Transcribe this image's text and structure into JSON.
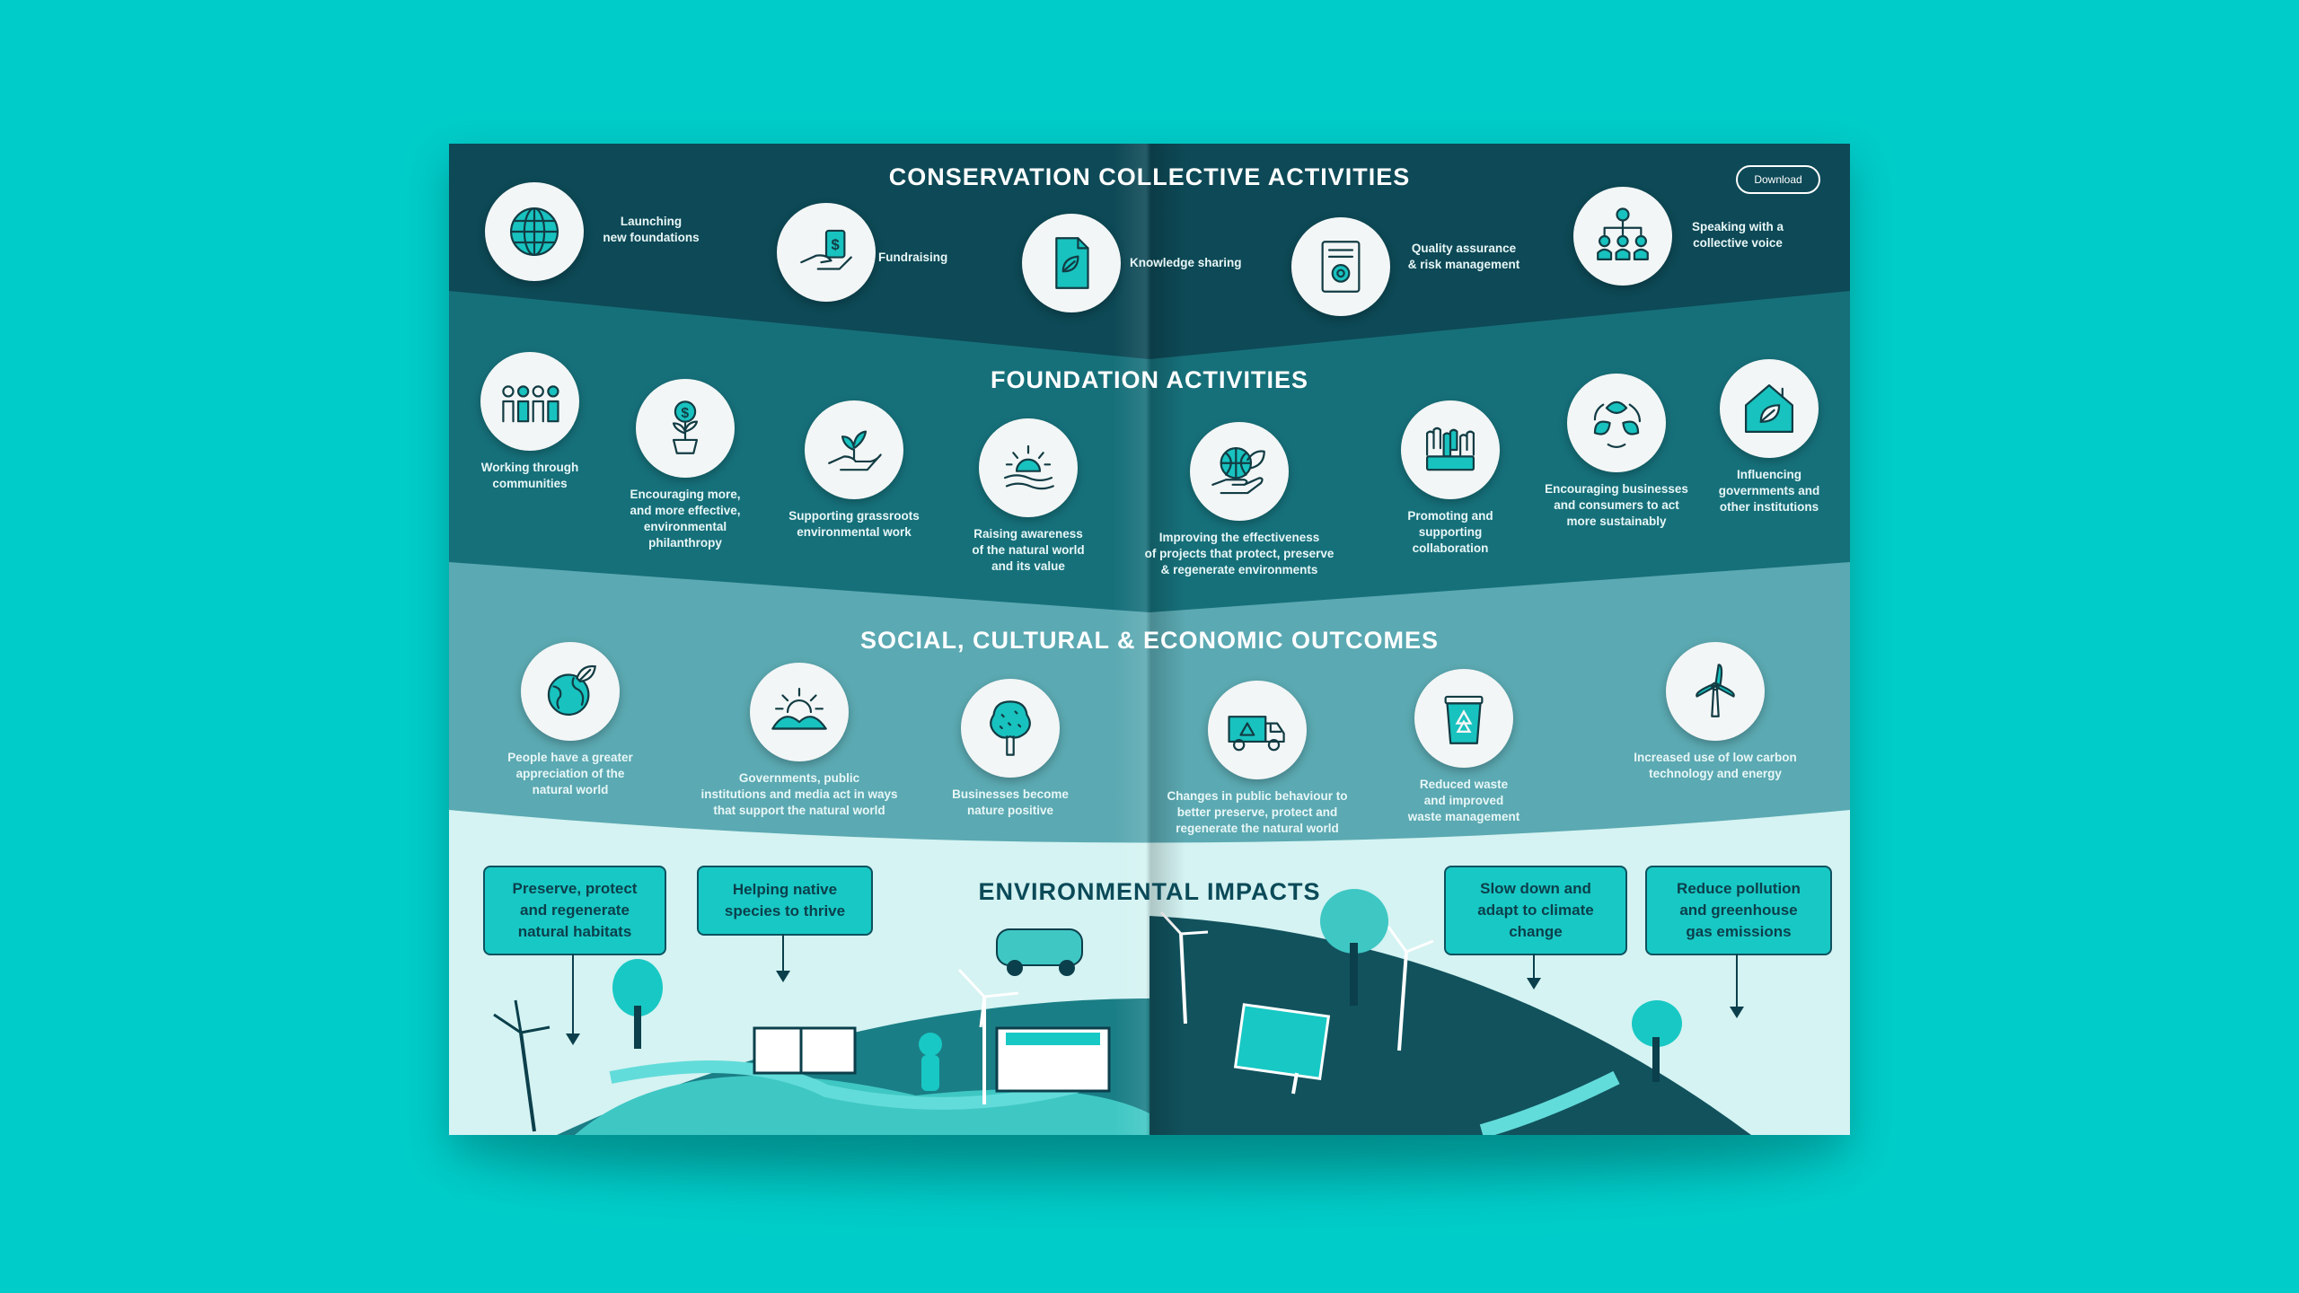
{
  "sections": {
    "collective": "CONSERVATION COLLECTIVE ACTIVITIES",
    "foundation": "FOUNDATION ACTIVITIES",
    "outcomes": "SOCIAL, CULTURAL & ECONOMIC OUTCOMES",
    "impacts": "ENVIRONMENTAL IMPACTS"
  },
  "download_label": "Download",
  "collective_items": [
    {
      "label": "Launching\nnew foundations",
      "icon": "globe-icon"
    },
    {
      "label": "Fundraising",
      "icon": "hand-money-icon"
    },
    {
      "label": "Knowledge sharing",
      "icon": "document-leaf-icon"
    },
    {
      "label": "Quality assurance\n& risk management",
      "icon": "certificate-icon"
    },
    {
      "label": "Speaking with a\ncollective voice",
      "icon": "hierarchy-icon"
    }
  ],
  "foundation_items": [
    {
      "label": "Working through\ncommunities",
      "icon": "people-icon"
    },
    {
      "label": "Encouraging more,\nand more effective,\nenvironmental\nphilanthropy",
      "icon": "money-plant-icon"
    },
    {
      "label": "Supporting grassroots\nenvironmental work",
      "icon": "hand-seedling-icon"
    },
    {
      "label": "Raising awareness\nof the natural world\nand its value",
      "icon": "sunrise-icon"
    },
    {
      "label": "Improving the effectiveness\nof projects that protect, preserve\n& regenerate environments",
      "icon": "hand-globe-icon"
    },
    {
      "label": "Promoting and\nsupporting\ncollaboration",
      "icon": "raised-hands-icon"
    },
    {
      "label": "Encouraging businesses\nand consumers to act\nmore sustainably",
      "icon": "recycle-leaves-icon"
    },
    {
      "label": "Influencing\ngovernments and\nother institutions",
      "icon": "house-leaf-icon"
    }
  ],
  "outcome_items": [
    {
      "label": "People have a greater\nappreciation of the\nnatural world",
      "icon": "earth-leaf-icon"
    },
    {
      "label": "Governments, public\ninstitutions and media act in ways\nthat support the natural world",
      "icon": "sun-hills-icon"
    },
    {
      "label": "Businesses become\nnature positive",
      "icon": "tree-icon"
    },
    {
      "label": "Changes in public behaviour to\nbetter preserve, protect and\nregenerate the natural world",
      "icon": "recycling-truck-icon"
    },
    {
      "label": "Reduced waste\nand improved\nwaste management",
      "icon": "recycle-bin-icon"
    },
    {
      "label": "Increased use of low carbon\ntechnology and energy",
      "icon": "wind-turbine-icon"
    }
  ],
  "impact_goals": [
    "Preserve, protect\nand regenerate\nnatural habitats",
    "Helping native\nspecies to thrive",
    "Slow down and\nadapt to climate\nchange",
    "Reduce pollution\nand greenhouse\ngas emissions"
  ],
  "colors": {
    "background": "#00cdc9",
    "band1": "#0d4956",
    "band2": "#16707a",
    "band3": "#5ba9b2",
    "band4": "#d4f3f2",
    "accent": "#18c8c4"
  }
}
